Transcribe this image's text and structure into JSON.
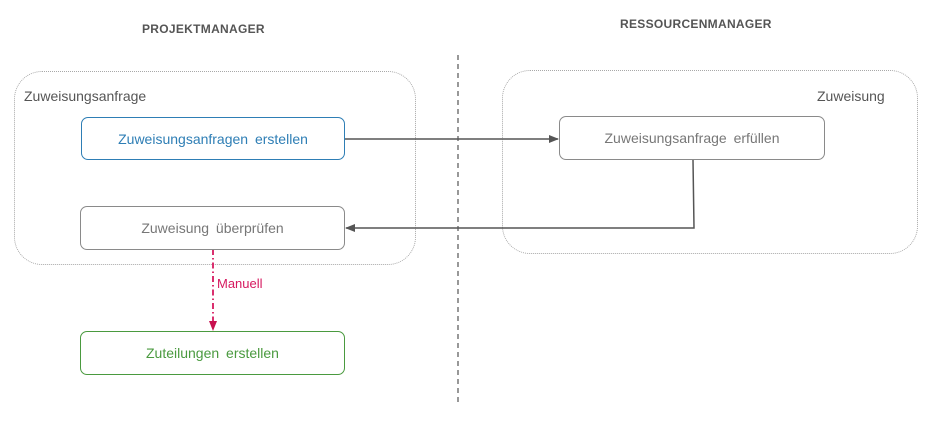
{
  "lanes": {
    "left_title": "PROJEKTMANAGER",
    "right_title": "RESSOURCENMANAGER"
  },
  "groups": {
    "left_label": "Zuweisungsanfrage",
    "right_label": "Zuweisung"
  },
  "nodes": {
    "create_request": "Zuweisungsanfragen erstellen",
    "fulfill_request": "Zuweisungsanfrage erfüllen",
    "review_assignment": "Zuweisung überprüfen",
    "create_allocations": "Zuteilungen erstellen"
  },
  "edges": {
    "manual_label": "Manuell"
  },
  "colors": {
    "blue": "#2e7eb5",
    "green": "#4a9a3f",
    "magenta": "#d6195f",
    "gray_text": "#777777",
    "gray_border": "#8a8a8a",
    "arrow": "#555555"
  }
}
